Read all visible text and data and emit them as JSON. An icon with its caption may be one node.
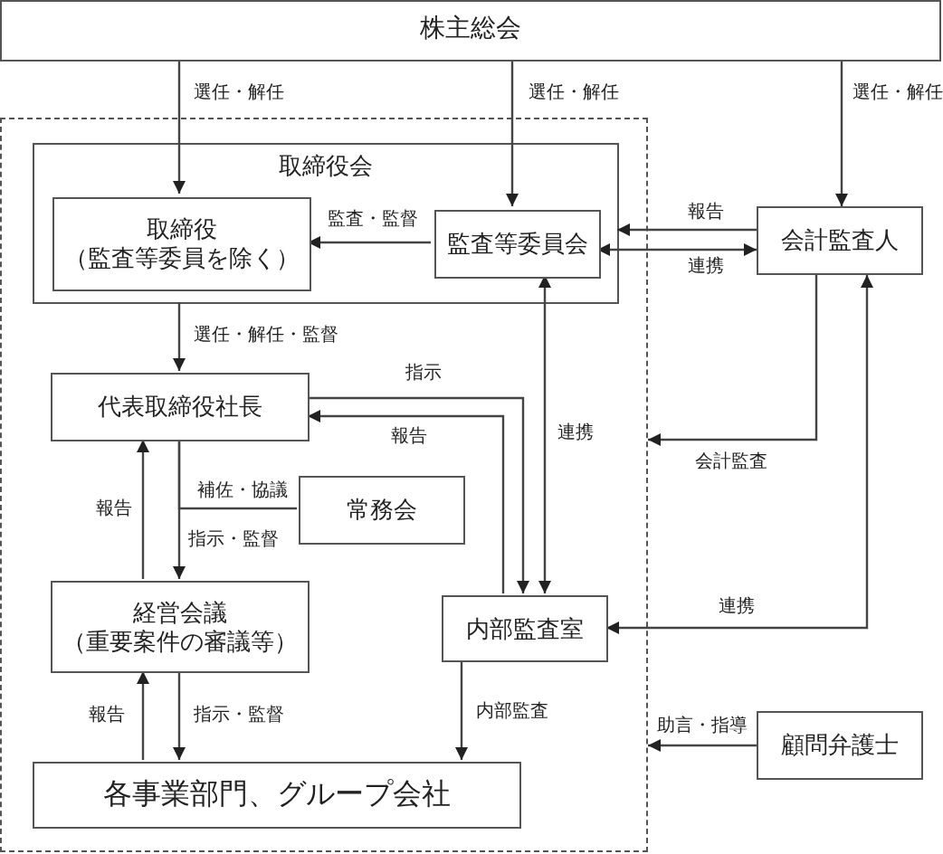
{
  "diagram": {
    "nodes": [
      {
        "text": [
          "株主総会"
        ]
      },
      {
        "text": [],
        "shape": "box"
      },
      {
        "text": [
          "取締役会"
        ],
        "in": 1
      },
      {
        "text": [
          "取締役（監査等委員を除く）"
        ],
        "in": 2
      },
      {
        "text": [
          "監査等委員会"
        ],
        "in": 2
      },
      {
        "text": [
          "会計監査人"
        ]
      },
      {
        "text": [
          "代表取締役社長"
        ],
        "in": 1
      },
      {
        "text": [
          "常務会"
        ],
        "in": 1
      },
      {
        "text": [
          "経営会議（重要案件の審議等）"
        ],
        "in": 1
      },
      {
        "text": [
          "内部監査室"
        ],
        "in": 1
      },
      {
        "text": [
          "各事業部門、グループ会社"
        ],
        "in": 1
      },
      {
        "text": [
          "顧問弁護士"
        ]
      }
    ],
    "edges": [
      {
        "from": 0,
        "to": 3,
        "arrow": "to",
        "label": "選任・解任"
      },
      {
        "from": 0,
        "to": 4,
        "arrow": "to",
        "label": "選任・解任"
      },
      {
        "from": 0,
        "to": 5,
        "arrow": "to",
        "label": "選任・解任"
      },
      {
        "from": 4,
        "to": 3,
        "arrow": "to",
        "label": "監査・監督"
      },
      {
        "from": 5,
        "to": 2,
        "arrow": "to",
        "label": "報告"
      },
      {
        "from": 4,
        "to": 5,
        "arrow": "both",
        "label": "連携"
      },
      {
        "from": 2,
        "to": 6,
        "arrow": "to",
        "label": "選任・解任・監督"
      },
      {
        "from": 6,
        "to": 9,
        "arrow": "to",
        "label": "指示"
      },
      {
        "from": 9,
        "to": 6,
        "arrow": "to",
        "label": "報告"
      },
      {
        "from": 4,
        "to": 9,
        "arrow": "both",
        "label": "連携"
      },
      {
        "from": 5,
        "to": 1,
        "arrow": "to",
        "label": "会計監査"
      },
      {
        "from": 5,
        "to": 9,
        "arrow": "both",
        "label": "連携"
      },
      {
        "from": 7,
        "to": 6,
        "arrow": "none",
        "label": "補佐・協議"
      },
      {
        "from": 6,
        "to": 8,
        "arrow": "to",
        "label": "指示・監督"
      },
      {
        "from": 8,
        "to": 6,
        "arrow": "to",
        "label": "報告"
      },
      {
        "from": 8,
        "to": 10,
        "arrow": "to",
        "label": "指示・監督"
      },
      {
        "from": 10,
        "to": 8,
        "arrow": "to",
        "label": "報告"
      },
      {
        "from": 9,
        "to": 10,
        "arrow": "to",
        "label": "内部監査"
      },
      {
        "from": 11,
        "to": 1,
        "arrow": "to",
        "label": "助言・指導"
      }
    ]
  }
}
